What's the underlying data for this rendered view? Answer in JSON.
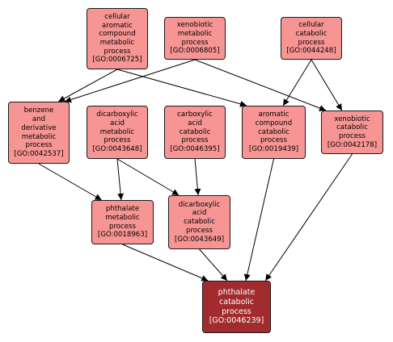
{
  "colors": {
    "node_fill": "#f69593",
    "focus_fill": "#a12b2d",
    "focus_text": "#ffffff",
    "edge": "#000000"
  },
  "nodes": [
    {
      "id": "n6725",
      "lines": [
        "cellular",
        "aromatic",
        "compound",
        "metabolic",
        "process"
      ],
      "go": "[GO:0006725]"
    },
    {
      "id": "n6805",
      "lines": [
        "xenobiotic",
        "metabolic",
        "process"
      ],
      "go": "[GO:0006805]"
    },
    {
      "id": "n44248",
      "lines": [
        "cellular",
        "catabolic",
        "process"
      ],
      "go": "[GO:0044248]"
    },
    {
      "id": "n42537",
      "lines": [
        "benzene",
        "and",
        "derivative",
        "metabolic",
        "process"
      ],
      "go": "[GO:0042537]"
    },
    {
      "id": "n43648",
      "lines": [
        "dicarboxylic",
        "acid",
        "metabolic",
        "process"
      ],
      "go": "[GO:0043648]"
    },
    {
      "id": "n46395",
      "lines": [
        "carboxylic",
        "acid",
        "catabolic",
        "process"
      ],
      "go": "[GO:0046395]"
    },
    {
      "id": "n19439",
      "lines": [
        "aromatic",
        "compound",
        "catabolic",
        "process"
      ],
      "go": "[GO:0019439]"
    },
    {
      "id": "n42178",
      "lines": [
        "xenobiotic",
        "catabolic",
        "process"
      ],
      "go": "[GO:0042178]"
    },
    {
      "id": "n18963",
      "lines": [
        "phthalate",
        "metabolic",
        "process"
      ],
      "go": "[GO:0018963]"
    },
    {
      "id": "n43649",
      "lines": [
        "dicarboxylic",
        "acid",
        "catabolic",
        "process"
      ],
      "go": "[GO:0043649]"
    },
    {
      "id": "n46239",
      "lines": [
        "phthalate",
        "catabolic",
        "process"
      ],
      "go": "[GO:0046239]",
      "focus": true
    }
  ],
  "edges": [
    [
      "n6725",
      "n42537"
    ],
    [
      "n6725",
      "n19439"
    ],
    [
      "n6805",
      "n42537"
    ],
    [
      "n6805",
      "n42178"
    ],
    [
      "n44248",
      "n19439"
    ],
    [
      "n44248",
      "n42178"
    ],
    [
      "n42537",
      "n18963"
    ],
    [
      "n43648",
      "n18963"
    ],
    [
      "n43648",
      "n43649"
    ],
    [
      "n46395",
      "n43649"
    ],
    [
      "n19439",
      "n46239"
    ],
    [
      "n42178",
      "n46239"
    ],
    [
      "n18963",
      "n46239"
    ],
    [
      "n43649",
      "n46239"
    ]
  ]
}
